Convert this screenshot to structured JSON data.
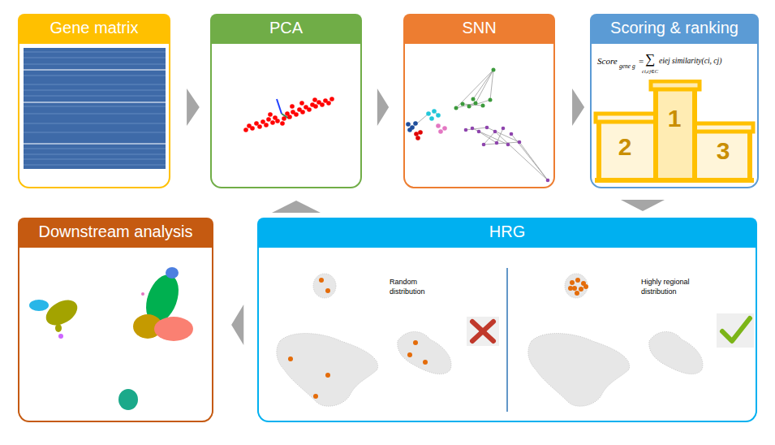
{
  "diagram": {
    "nodes": [
      {
        "text": [
          "Gene matrix"
        ]
      },
      {
        "text": [
          "PCA"
        ]
      },
      {
        "text": [
          "SNN"
        ]
      },
      {
        "text": [
          "Scoring & ranking",
          "Score",
          "gene g",
          "=",
          "∑",
          "ci,cj∈C",
          "eiej similarity(ci, cj)",
          "2",
          "1",
          "3"
        ]
      },
      {
        "text": [
          "Downstream analysis"
        ]
      },
      {
        "text": [
          "HRG",
          "Random distribution",
          "Highly regional distribution"
        ]
      }
    ],
    "edges": [
      {
        "from": 0,
        "to": 1,
        "arrow": "to"
      },
      {
        "from": 1,
        "to": 2,
        "arrow": "to"
      },
      {
        "from": 2,
        "to": 3,
        "arrow": "to"
      },
      {
        "from": 3,
        "to": 5,
        "arrow": "to"
      },
      {
        "from": 5,
        "to": 1,
        "arrow": "to"
      },
      {
        "from": 5,
        "to": 4,
        "arrow": "to"
      }
    ]
  }
}
